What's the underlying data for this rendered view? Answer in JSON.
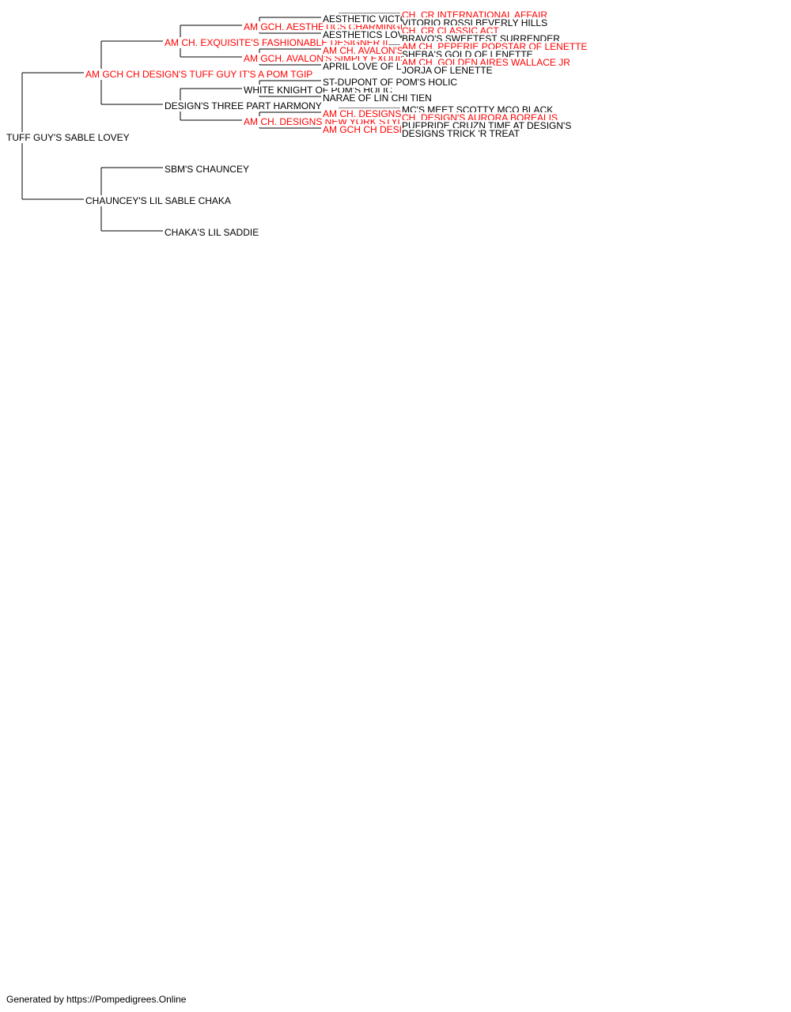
{
  "colors": {
    "champion": "#ff0000",
    "regular": "#000000",
    "line": "#000000"
  },
  "pedigree": {
    "name": "TUFF GUY'S SABLE LOVEY",
    "champion": false,
    "sire": {
      "name": "AM GCH CH DESIGN'S TUFF GUY IT'S A POM TGIP",
      "champion": true,
      "sire": {
        "name": "AM CH. EXQUISITE'S FASHIONABLE DESIGNER II",
        "champion": true,
        "sire": {
          "name": "AM GCH. AESTHETICS CHARMINGLY EXQUISITE",
          "champion": true,
          "sire": {
            "name": "AESTHETIC VICTORIOUS CRYSTAL",
            "champion": false,
            "sire": {
              "name": "CH. CR INTERNATIONAL AFFAIR",
              "champion": true
            },
            "dam": {
              "name": "VITORIO ROSSI BEVERLY HILLS",
              "champion": false
            }
          },
          "dam": {
            "name": "AESTHETICS LOVE STORY",
            "champion": false,
            "sire": {
              "name": "CH. CR CLASSIC ACT",
              "champion": true
            },
            "dam": {
              "name": "BRAVO'S SWEETEST SURRENDER",
              "champion": false
            }
          }
        },
        "dam": {
          "name": "AM GCH. AVALON'S SIMPLY EXQUISITE",
          "champion": true,
          "sire": {
            "name": "AM CH. AVALON'S PIANO MAN OF LENETTE",
            "champion": true,
            "sire": {
              "name": "AM CH. PEPERIE POPSTAR OF LENETTE",
              "champion": true
            },
            "dam": {
              "name": "SHEBA'S GOLD OF LENETTE",
              "champion": false
            }
          },
          "dam": {
            "name": "APRIL LOVE OF LENETTE",
            "champion": false,
            "sire": {
              "name": "AM CH. GOLDEN AIRES WALLACE JR",
              "champion": true
            },
            "dam": {
              "name": "JORJA OF LENETTE",
              "champion": false
            }
          }
        }
      },
      "dam": {
        "name": "DESIGN'S THREE PART HARMONY",
        "champion": false,
        "sire": {
          "name": "WHITE KNIGHT OF POM'S HOLIC",
          "champion": false,
          "sire": {
            "name": "ST-DUPONT OF POM'S HOLIC",
            "champion": false
          },
          "dam": {
            "name": "NARAE OF LIN CHI TIEN",
            "champion": false
          }
        },
        "dam": {
          "name": "AM CH. DESIGNS NEW YORK STYLE",
          "champion": true,
          "sire": {
            "name": "AM CH. DESIGNS BURN'N IT DOWN",
            "champion": true,
            "sire": {
              "name": "MC'S MEET SCOTTY MCQ BLACK",
              "champion": false
            },
            "dam": {
              "name": "CH. DESIGN'S AURORA BOREALIS",
              "champion": true
            }
          },
          "dam": {
            "name": "AM GCH CH DESIGN'S NASTY NATTY",
            "champion": true,
            "sire": {
              "name": "PUFPRIDE CRUZN TIME AT DESIGN'S",
              "champion": false
            },
            "dam": {
              "name": "DESIGNS TRICK 'R TREAT",
              "champion": false
            }
          }
        }
      }
    },
    "dam": {
      "name": "CHAUNCEY'S LIL SABLE CHAKA",
      "champion": false,
      "sire": {
        "name": "SBM'S CHAUNCEY",
        "champion": false
      },
      "dam": {
        "name": "CHAKA'S LIL SADDIE",
        "champion": false
      }
    }
  },
  "footer": "Generated by https://Pompedigrees.Online"
}
